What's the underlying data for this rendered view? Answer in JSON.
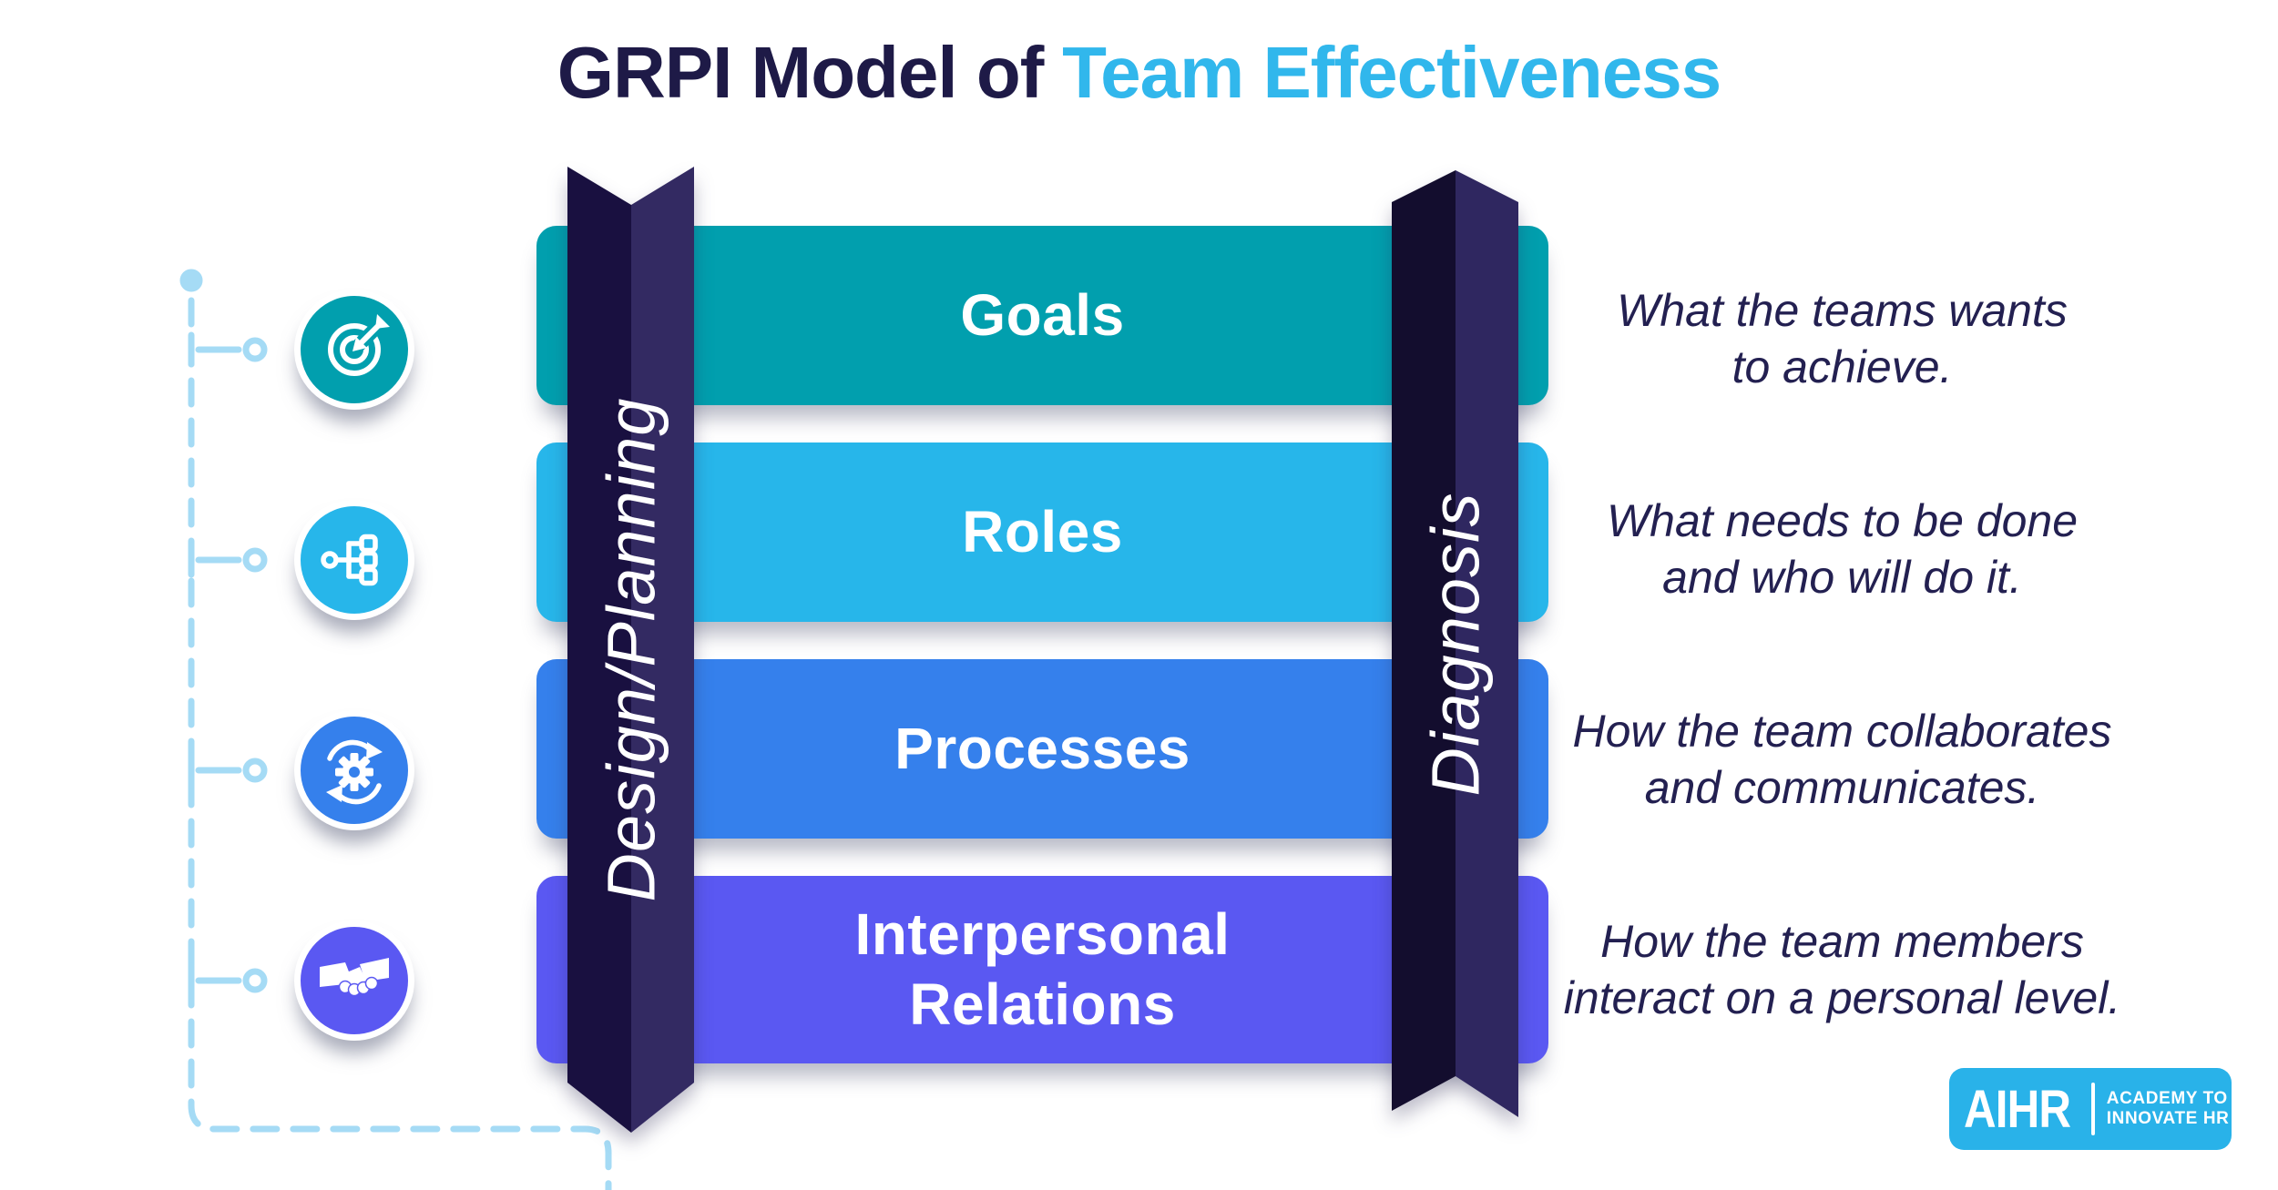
{
  "title": {
    "prefix": "GRPI Model of",
    "highlight": "Team Effectiveness"
  },
  "ribbons": {
    "left_label": "Design/Planning",
    "right_label": "Diagnosis"
  },
  "rows": [
    {
      "label": "Goals",
      "description": "What the teams wants\nto achieve.",
      "icon": "target-arrow-icon"
    },
    {
      "label": "Roles",
      "description": "What needs to be done\nand who will do it.",
      "icon": "org-hierarchy-icon"
    },
    {
      "label": "Processes",
      "description": "How the team collaborates\nand communicates.",
      "icon": "process-cycle-icon"
    },
    {
      "label": "Interpersonal\nRelations",
      "description": "How the team members\ninteract on a personal level.",
      "icon": "handshake-icon"
    }
  ],
  "logo": {
    "brand": "AIHR",
    "tagline": "ACADEMY TO\nINNOVATE HR"
  },
  "colors": {
    "bg": "#ffffff",
    "c_goals": "#019fae",
    "c_roles": "#27b6ea",
    "c_processes": "#3580ec",
    "c_interpersonal": "#5a58f2",
    "title_navy": "#1e1a47",
    "title_accent": "#31b7ec",
    "text_navy": "#232051",
    "rail": "#a5dbf5",
    "ribbon_dark": "#191040",
    "ribbon_light": "#332a62",
    "ribbon_dark2": "#130d2e",
    "ribbon_light2": "#2f2760",
    "logo_blue": "#29b2e9"
  }
}
